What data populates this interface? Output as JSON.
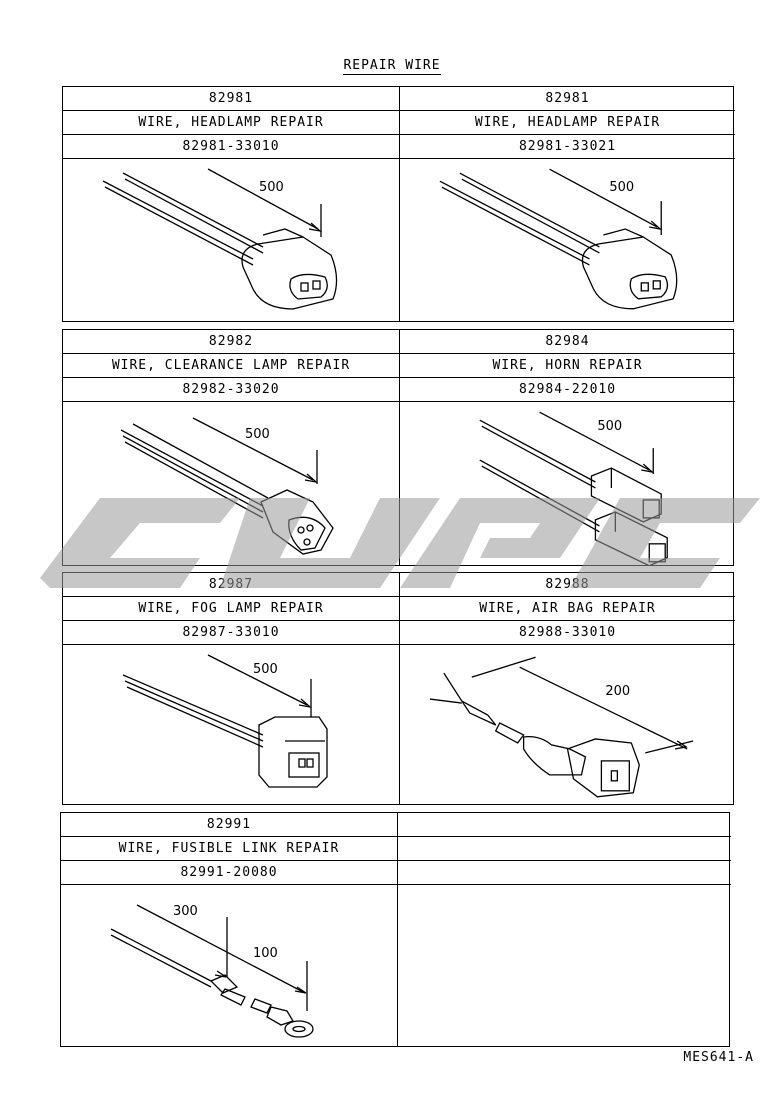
{
  "title": "REPAIR WIRE",
  "footer_code": "MES641-A",
  "watermark": "gray stylized logo",
  "blocks": [
    {
      "left": {
        "part_group": "82981",
        "name": "WIRE, HEADLAMP REPAIR",
        "part_number": "82981-33010",
        "dimension": "500",
        "illustration": "headlamp-connector"
      },
      "right": {
        "part_group": "82981",
        "name": "WIRE, HEADLAMP REPAIR",
        "part_number": "82981-33021",
        "dimension": "500",
        "illustration": "headlamp-connector"
      }
    },
    {
      "left": {
        "part_group": "82982",
        "name": "WIRE, CLEARANCE LAMP REPAIR",
        "part_number": "82982-33020",
        "dimension": "500",
        "illustration": "clearance-lamp-connector"
      },
      "right": {
        "part_group": "82984",
        "name": "WIRE, HORN REPAIR",
        "part_number": "82984-22010",
        "dimension": "500",
        "illustration": "horn-terminals"
      }
    },
    {
      "left": {
        "part_group": "82987",
        "name": "WIRE, FOG LAMP REPAIR",
        "part_number": "82987-33010",
        "dimension": "500",
        "illustration": "fog-lamp-connector"
      },
      "right": {
        "part_group": "82988",
        "name": "WIRE, AIR BAG REPAIR",
        "part_number": "82988-33010",
        "dimension": "200",
        "illustration": "air-bag-connector"
      }
    },
    {
      "left": {
        "part_group": "82991",
        "name": "WIRE, FUSIBLE LINK REPAIR",
        "part_number": "82991-20080",
        "dimension_1": "300",
        "dimension_2": "100",
        "illustration": "fusible-link-ring-terminal"
      },
      "right": {
        "part_group": "",
        "name": "",
        "part_number": "",
        "illustration": ""
      }
    }
  ]
}
